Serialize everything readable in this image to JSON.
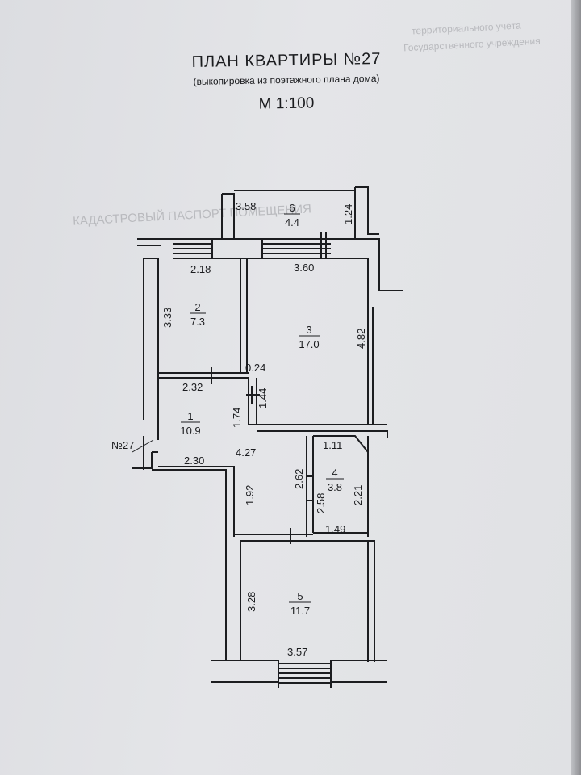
{
  "header": {
    "title": "ПЛАН КВАРТИРЫ №27",
    "subtitle": "(выкопировка из поэтажного плана дома)",
    "scale": "М 1:100"
  },
  "apartment_marker": "№27",
  "rooms": [
    {
      "number": "1",
      "area": "10.9"
    },
    {
      "number": "2",
      "area": "7.3"
    },
    {
      "number": "3",
      "area": "17.0"
    },
    {
      "number": "4",
      "area": "3.8"
    },
    {
      "number": "5",
      "area": "11.7"
    },
    {
      "number": "6",
      "area": "4.4"
    }
  ],
  "dimensions": {
    "balcony_width": "3.58",
    "balcony_depth": "1.24",
    "room2_width": "2.18",
    "room2_length": "3.33",
    "room3_width": "3.60",
    "room3_length": "4.82",
    "partition": "0.24",
    "hall_width_top": "2.32",
    "hall_height_a": "1.74",
    "hall_height_b": "1.44",
    "corridor_length": "4.27",
    "entry_width": "2.30",
    "corridor_height": "1.92",
    "corridor_side": "2.62",
    "room4_top": "1.11",
    "room4_left": "2.58",
    "room4_right": "2.21",
    "room4_bottom": "1.49",
    "room5_length": "3.28",
    "room5_width": "3.57"
  }
}
